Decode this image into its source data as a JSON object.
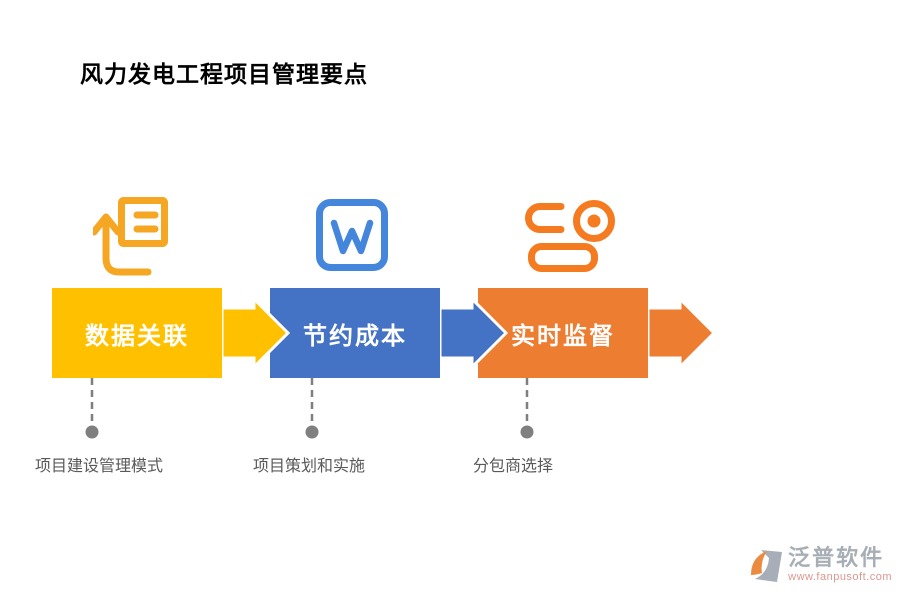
{
  "page": {
    "title": "风力发电工程项目管理要点"
  },
  "flow": {
    "steps": [
      {
        "label": "数据关联",
        "note": "项目建设管理模式",
        "icon": "document-upload-icon",
        "color": "#FFC000",
        "icon_color": "#F5A623"
      },
      {
        "label": "节约成本",
        "note": "项目策划和实施",
        "icon": "word-document-icon",
        "color": "#4472C4",
        "icon_color": "#4486DB"
      },
      {
        "label": "实时监督",
        "note": "分包商选择",
        "icon": "camera-record-icon",
        "color": "#ED7D31",
        "icon_color": "#F47B20"
      }
    ],
    "connector_color": "#7F7F7F"
  },
  "watermark": {
    "name": "泛普软件",
    "url": "www.fanpusoft.com",
    "name_color": "#99A0AA",
    "url_color": "#D6847B",
    "mark_gray": "#9AA1AB",
    "mark_orange": "#E87722"
  }
}
